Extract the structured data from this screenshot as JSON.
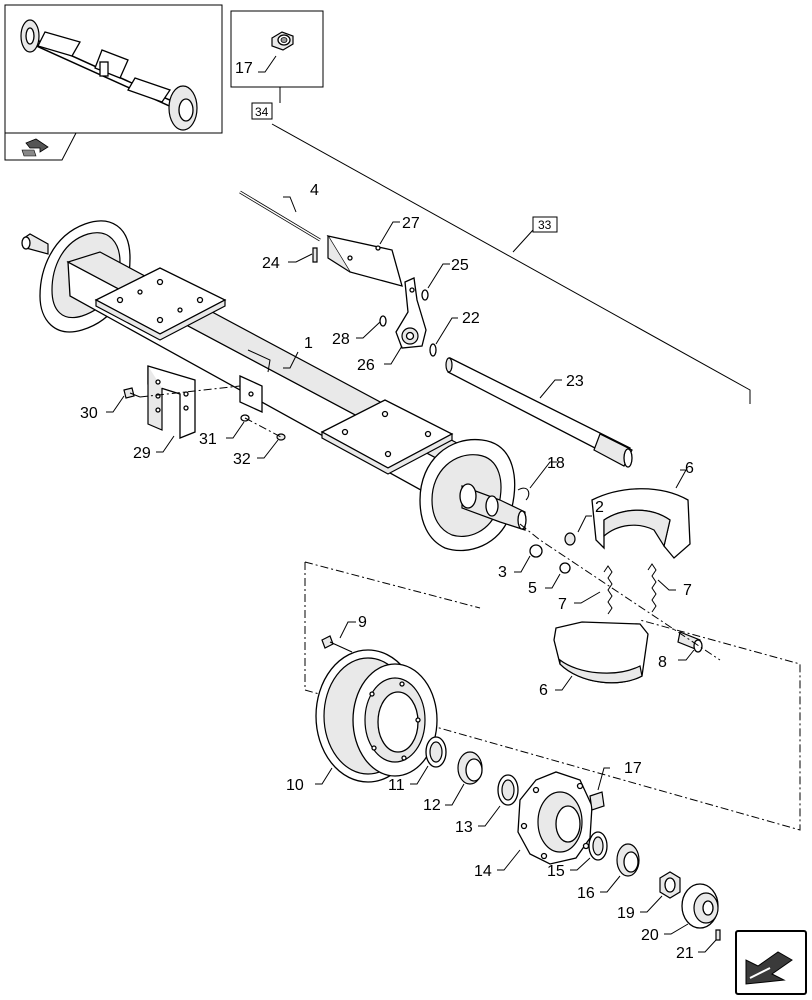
{
  "diagram": {
    "title": "",
    "colors": {
      "line": "#000000",
      "shade": "#e9e9e9",
      "background": "#ffffff"
    },
    "callouts": [
      {
        "id": "c1",
        "text": "1"
      },
      {
        "id": "c2",
        "text": "2"
      },
      {
        "id": "c3",
        "text": "3"
      },
      {
        "id": "c4",
        "text": "4"
      },
      {
        "id": "c5",
        "text": "5"
      },
      {
        "id": "c6a",
        "text": "6"
      },
      {
        "id": "c6b",
        "text": "6"
      },
      {
        "id": "c7a",
        "text": "7"
      },
      {
        "id": "c7b",
        "text": "7"
      },
      {
        "id": "c8",
        "text": "8"
      },
      {
        "id": "c9",
        "text": "9"
      },
      {
        "id": "c10",
        "text": "10"
      },
      {
        "id": "c11",
        "text": "11"
      },
      {
        "id": "c12",
        "text": "12"
      },
      {
        "id": "c13",
        "text": "13"
      },
      {
        "id": "c14",
        "text": "14"
      },
      {
        "id": "c15",
        "text": "15"
      },
      {
        "id": "c16",
        "text": "16"
      },
      {
        "id": "c17a",
        "text": "17"
      },
      {
        "id": "c17b",
        "text": "17"
      },
      {
        "id": "c18",
        "text": "18"
      },
      {
        "id": "c19",
        "text": "19"
      },
      {
        "id": "c20",
        "text": "20"
      },
      {
        "id": "c21",
        "text": "21"
      },
      {
        "id": "c22",
        "text": "22"
      },
      {
        "id": "c23",
        "text": "23"
      },
      {
        "id": "c24",
        "text": "24"
      },
      {
        "id": "c25",
        "text": "25"
      },
      {
        "id": "c26",
        "text": "26"
      },
      {
        "id": "c27",
        "text": "27"
      },
      {
        "id": "c28",
        "text": "28"
      },
      {
        "id": "c29",
        "text": "29"
      },
      {
        "id": "c30",
        "text": "30"
      },
      {
        "id": "c31",
        "text": "31"
      },
      {
        "id": "c32",
        "text": "32"
      }
    ],
    "boxed_refs": [
      {
        "id": "r34",
        "text": "34"
      },
      {
        "id": "r33",
        "text": "33"
      }
    ],
    "icons": {
      "thumbnail": "axle-overview-thumbnail",
      "nav": "navigation-arrow-icon"
    }
  }
}
